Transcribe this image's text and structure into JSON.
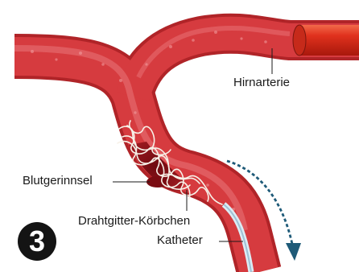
{
  "step_number": "3",
  "labels": {
    "artery": "Hirnarterie",
    "clot": "Blutgerinnsel",
    "basket": "Drahtgitter-Körbchen",
    "catheter": "Katheter"
  },
  "icons": {
    "direction_arrow": "curved-arrow-down-icon"
  },
  "colors": {
    "vessel": "#d63b3f",
    "vessel_dark": "#b02428",
    "vessel_light": "#e9767a",
    "artery_tube": "#e0311d",
    "clot": "#8a1016",
    "arrow": "#1e5a78",
    "badge": "#141414"
  }
}
